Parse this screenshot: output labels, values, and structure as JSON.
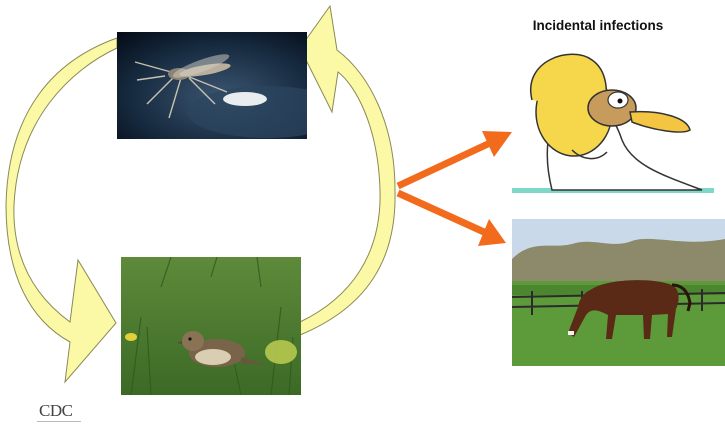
{
  "diagram": {
    "title": "Incidental infections",
    "logo_text": "CDC",
    "nodes": [
      {
        "id": "mosquito",
        "label": ""
      },
      {
        "id": "bird",
        "label": ""
      },
      {
        "id": "human",
        "label": ""
      },
      {
        "id": "horse",
        "label": ""
      }
    ],
    "colors": {
      "cycle_arrow_fill": "#fbf8a6",
      "cycle_arrow_stroke": "#8a8a55",
      "spillover_arrow": "#f26b1d"
    }
  }
}
